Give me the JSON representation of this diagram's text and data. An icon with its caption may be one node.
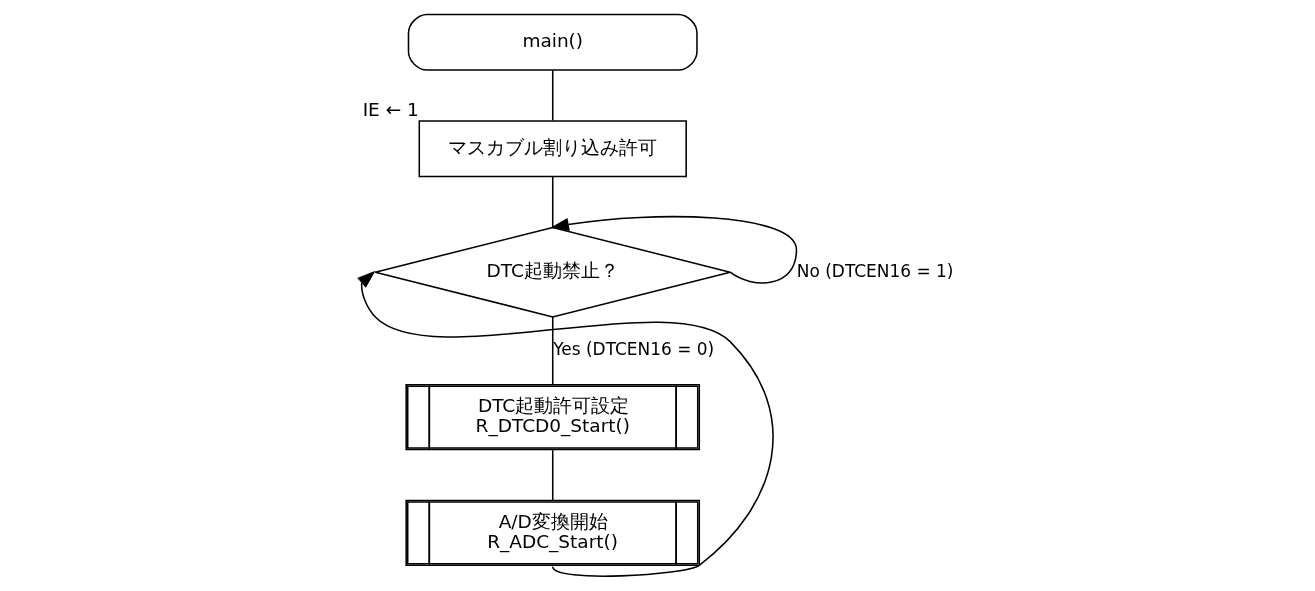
{
  "diagram": {
    "nodes": [
      {
        "text": [
          "main()"
        ]
      },
      {
        "text": [
          "マスカブル割り込み許可"
        ],
        "beside": [
          "IE ← 1"
        ]
      },
      {
        "text": [
          "DTC起動禁止？"
        ]
      },
      {
        "text": [
          "DTC起動許可設定",
          "R_DTCD0_Start()"
        ]
      },
      {
        "text": [
          "A/D変換開始",
          "R_ADC_Start()"
        ]
      }
    ],
    "edges": [
      {
        "from": 0,
        "to": 1,
        "arrow": "none"
      },
      {
        "from": 1,
        "to": 2,
        "arrow": "none"
      },
      {
        "from": 2,
        "to": 2,
        "arrow": "to",
        "label": "No (DTCEN16 = 1)"
      },
      {
        "from": 2,
        "to": 3,
        "arrow": "none",
        "label": "Yes (DTCEN16 = 0)"
      },
      {
        "from": 3,
        "to": 4,
        "arrow": "none"
      },
      {
        "from": 4,
        "to": 2,
        "arrow": "to"
      }
    ]
  }
}
